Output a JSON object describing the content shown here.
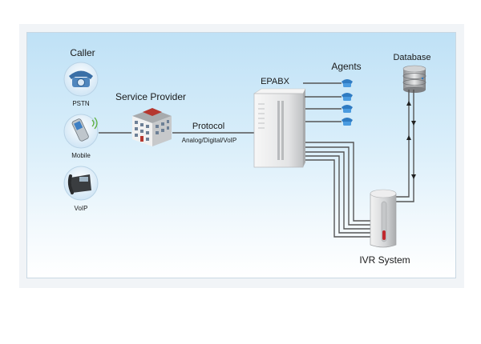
{
  "diagram": {
    "caller_label": "Caller",
    "pstn_label": "PSTN",
    "mobile_label": "Mobile",
    "voip_label": "VoIP",
    "service_provider_label": "Service Provider",
    "protocol_label": "Protocol",
    "protocol_detail": "Analog/Digital/VoIP",
    "epabx_label": "EPABX",
    "agents_label": "Agents",
    "database_label": "Database",
    "ivr_label": "IVR System"
  },
  "colors": {
    "panel_border": "#c9d8e3",
    "line": "#555555",
    "bubble": "#e4f1fb",
    "epabx_body": "#e9eaeb",
    "ivr_body": "#d8dadc",
    "ivr_accent": "#c0282d",
    "agent_phone": "#3a8fd0"
  },
  "icons": [
    "rotary-phone-icon",
    "mobile-phone-icon",
    "voip-phone-icon",
    "building-icon",
    "epabx-server-icon",
    "agent-phone-icon",
    "database-icon",
    "ivr-server-icon"
  ]
}
